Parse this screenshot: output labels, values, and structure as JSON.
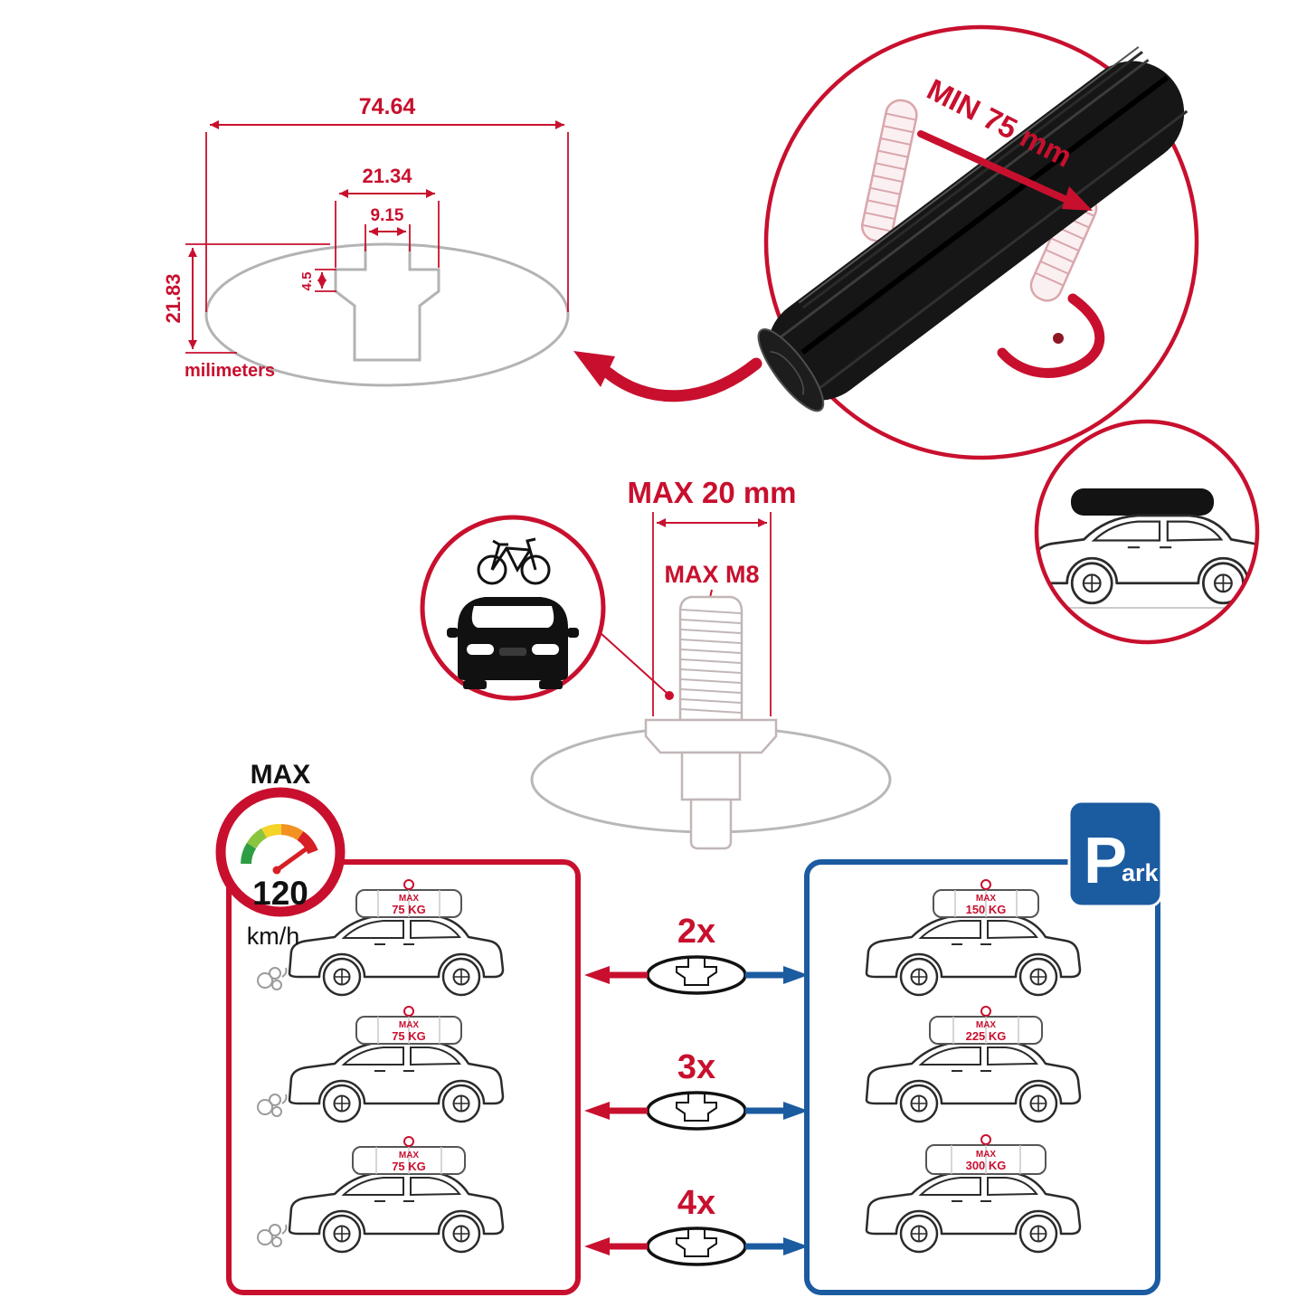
{
  "colors": {
    "red": "#c8102e",
    "blue": "#1b5ba0",
    "black": "#161616",
    "gray": "#b5b5b5"
  },
  "profile_dims": {
    "total_width": "74.64",
    "flange_width": "21.34",
    "slot_width": "9.15",
    "step_height": "4.5",
    "total_height": "21.83",
    "units_label": "milimeters"
  },
  "clamp_note": {
    "min_clearance": "MIN 75 mm"
  },
  "bolt_note": {
    "max_width": "MAX 20 mm",
    "max_thread": "MAX M8"
  },
  "speed_limit": {
    "label": "MAX",
    "value": "120",
    "units": "km/h"
  },
  "bar_counts": [
    "2x",
    "3x",
    "4x"
  ],
  "driving_panel": {
    "cars": [
      {
        "max": "MAX",
        "load": "75 KG"
      },
      {
        "max": "MAX",
        "load": "75 KG"
      },
      {
        "max": "MAX",
        "load": "75 KG"
      }
    ]
  },
  "parked_panel": {
    "cars": [
      {
        "max": "MAX",
        "load": "150 KG"
      },
      {
        "max": "MAX",
        "load": "225 KG"
      },
      {
        "max": "MAX",
        "load": "300 KG"
      }
    ]
  },
  "park_sign": {
    "letter": "P",
    "suffix": "ark"
  }
}
